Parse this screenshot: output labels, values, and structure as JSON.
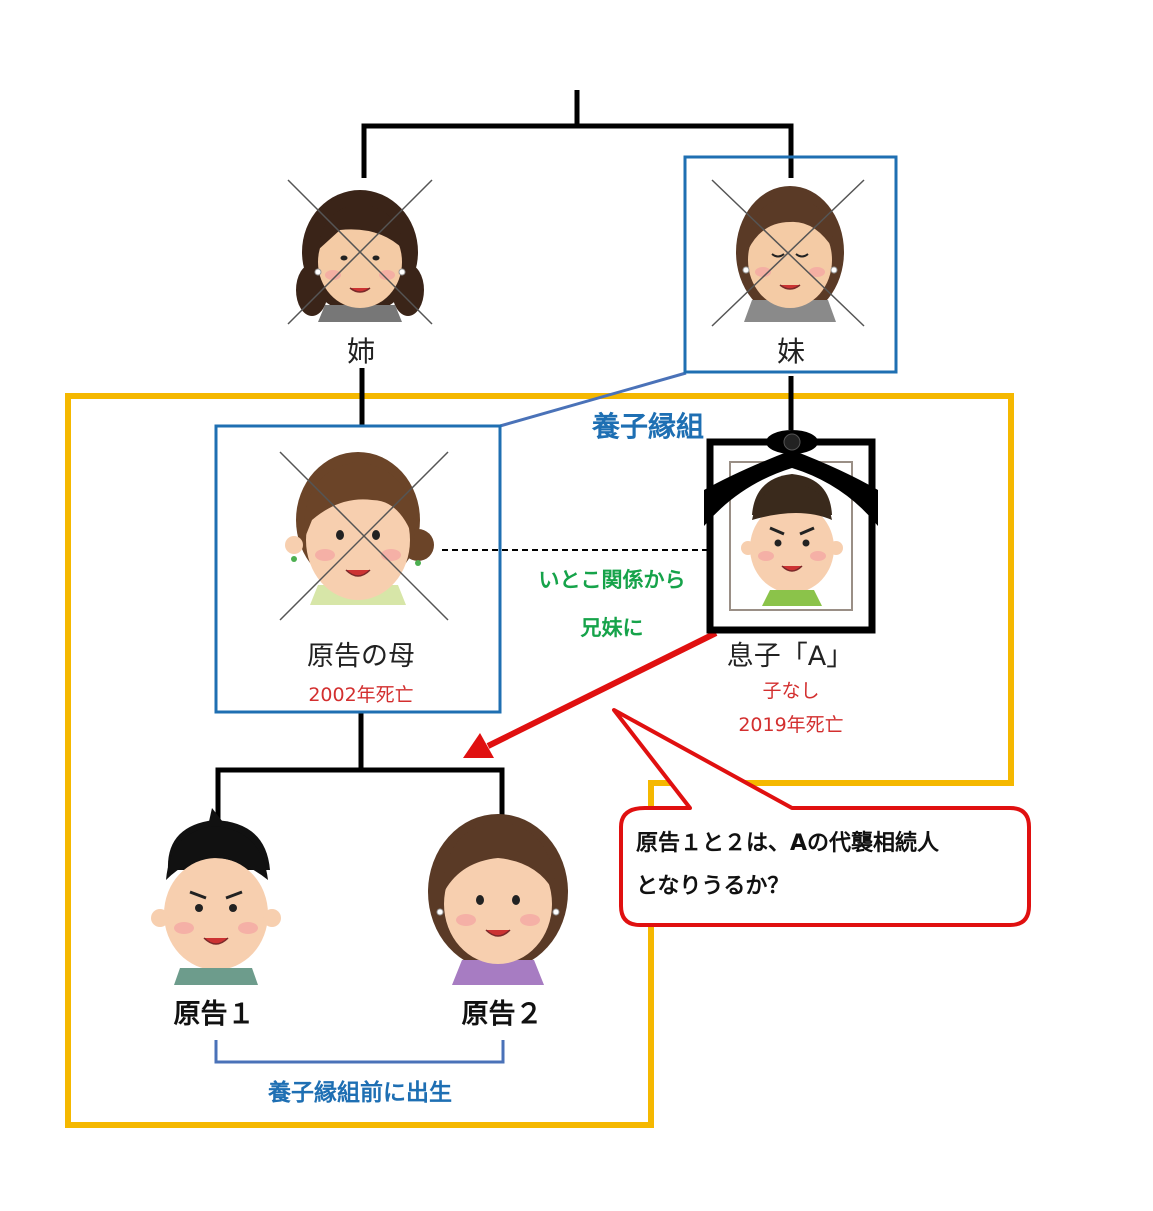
{
  "people": {
    "elder_sister": "姉",
    "younger_sister": "妹",
    "mother": "原告の母",
    "mother_note": "2002年死亡",
    "son": "息子「A」",
    "son_note1": "子なし",
    "son_note2": "2019年死亡",
    "plaintiff1": "原告１",
    "plaintiff2": "原告２"
  },
  "labels": {
    "adoption": "養子縁組",
    "cousin_line1": "いとこ関係から",
    "cousin_line2": "兄妹に",
    "born_before": "養子縁組前に出生"
  },
  "question": {
    "line1": "原告１と２は、Aの代襲相続人",
    "line2": "となりうるか？"
  },
  "colors": {
    "tree_line": "#000000",
    "highlight_box": "#1f6fb2",
    "group_box": "#f5b800",
    "arrow": "#e01010",
    "adoption_text": "#1e6fb3",
    "cousin_text": "#16a34a",
    "death_note": "#d32f2f"
  },
  "icons": {
    "deceased_mark": "cross-mark-icon",
    "memorial_frame": "mourning-portrait-frame-icon"
  }
}
